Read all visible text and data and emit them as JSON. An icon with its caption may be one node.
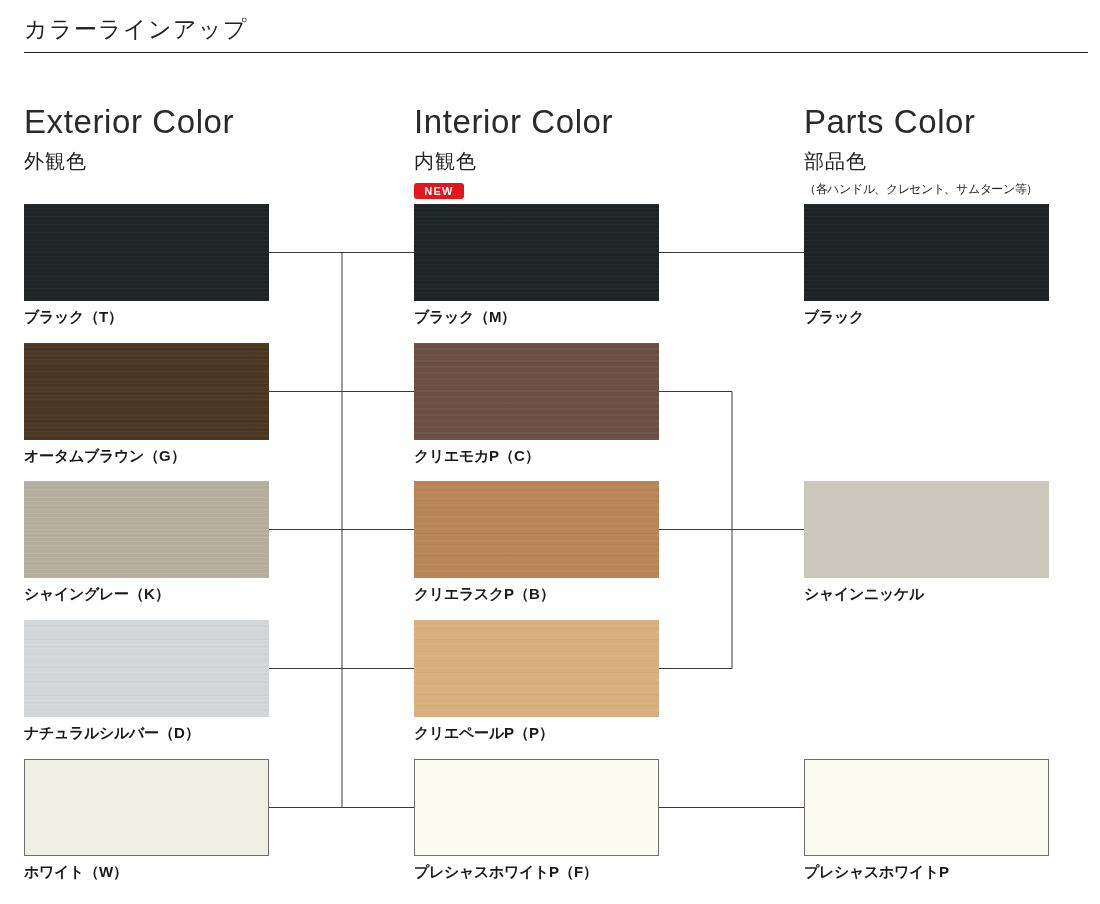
{
  "diagram": {
    "title": "カラーラインアップ",
    "nodes": [
      {
        "text": [],
        "shape": "box",
        "beside": [
          "ブラック（T）"
        ]
      },
      {
        "text": [],
        "shape": "box",
        "beside": [
          "オータムブラウン（G）"
        ]
      },
      {
        "text": [],
        "shape": "box",
        "beside": [
          "シャイングレー（K）"
        ]
      },
      {
        "text": [],
        "shape": "box",
        "beside": [
          "ナチュラルシルバー（D）"
        ]
      },
      {
        "text": [],
        "shape": "box",
        "beside": [
          "ホワイト（W）"
        ]
      },
      {
        "text": [],
        "shape": "box",
        "beside": [
          "ブラック（M）"
        ]
      },
      {
        "text": [],
        "shape": "box",
        "beside": [
          "クリエモカP（C）"
        ]
      },
      {
        "text": [],
        "shape": "box",
        "beside": [
          "クリエラスクP（B）"
        ]
      },
      {
        "text": [],
        "shape": "box",
        "beside": [
          "クリエペールP（P）"
        ]
      },
      {
        "text": [],
        "shape": "box",
        "beside": [
          "プレシャスホワイトP（F）"
        ]
      },
      {
        "text": [],
        "shape": "box",
        "beside": [
          "ブラック"
        ]
      },
      {
        "text": [],
        "shape": "box",
        "beside": [
          "シャインニッケル"
        ]
      },
      {
        "text": [],
        "shape": "box",
        "beside": [
          "プレシャスホワイトP"
        ]
      }
    ],
    "edges": [
      {
        "from": 0,
        "to": 5,
        "arrow": "none"
      },
      {
        "from": 0,
        "to": 6,
        "arrow": "none"
      },
      {
        "from": 0,
        "to": 7,
        "arrow": "none"
      },
      {
        "from": 0,
        "to": 8,
        "arrow": "none"
      },
      {
        "from": 0,
        "to": 9,
        "arrow": "none"
      },
      {
        "from": 1,
        "to": 5,
        "arrow": "none"
      },
      {
        "from": 1,
        "to": 6,
        "arrow": "none"
      },
      {
        "from": 1,
        "to": 7,
        "arrow": "none"
      },
      {
        "from": 1,
        "to": 8,
        "arrow": "none"
      },
      {
        "from": 1,
        "to": 9,
        "arrow": "none"
      },
      {
        "from": 2,
        "to": 5,
        "arrow": "none"
      },
      {
        "from": 2,
        "to": 6,
        "arrow": "none"
      },
      {
        "from": 2,
        "to": 7,
        "arrow": "none"
      },
      {
        "from": 2,
        "to": 8,
        "arrow": "none"
      },
      {
        "from": 2,
        "to": 9,
        "arrow": "none"
      },
      {
        "from": 3,
        "to": 5,
        "arrow": "none"
      },
      {
        "from": 3,
        "to": 6,
        "arrow": "none"
      },
      {
        "from": 3,
        "to": 7,
        "arrow": "none"
      },
      {
        "from": 3,
        "to": 8,
        "arrow": "none"
      },
      {
        "from": 3,
        "to": 9,
        "arrow": "none"
      },
      {
        "from": 4,
        "to": 5,
        "arrow": "none"
      },
      {
        "from": 4,
        "to": 6,
        "arrow": "none"
      },
      {
        "from": 4,
        "to": 7,
        "arrow": "none"
      },
      {
        "from": 4,
        "to": 8,
        "arrow": "none"
      },
      {
        "from": 4,
        "to": 9,
        "arrow": "none"
      },
      {
        "from": 5,
        "to": 10,
        "arrow": "none"
      },
      {
        "from": 6,
        "to": 11,
        "arrow": "none"
      },
      {
        "from": 7,
        "to": 11,
        "arrow": "none"
      },
      {
        "from": 8,
        "to": 11,
        "arrow": "none"
      },
      {
        "from": 9,
        "to": 12,
        "arrow": "none"
      }
    ],
    "labels": [
      "Exterior Color",
      "外観色",
      "Interior Color",
      "内観色",
      "NEW",
      "Parts Color",
      "部品色",
      "（各ハンドル、クレセント、サムターン等）"
    ]
  }
}
